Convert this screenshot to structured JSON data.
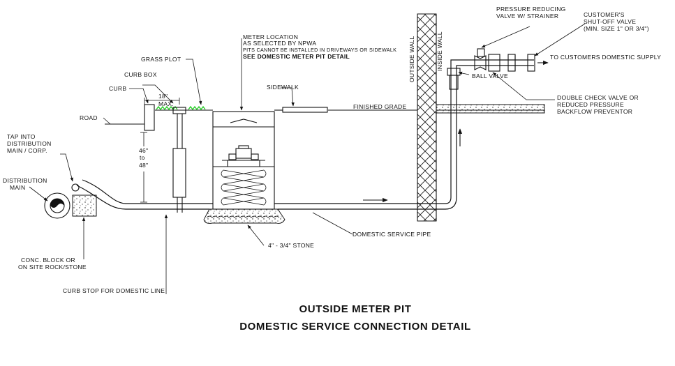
{
  "labels": {
    "pressure_reducing_1": "PRESSURE REDUCING",
    "pressure_reducing_2": "VALVE W/ STRAINER",
    "customers_shutoff_1": "CUSTOMER'S",
    "customers_shutoff_2": "SHUT-OFF VALVE",
    "customers_shutoff_3": "(MIN. SIZE 1\" OR 3/4\")",
    "to_customers_supply": "TO CUSTOMERS DOMESTIC SUPPLY",
    "ball_valve": "BALL VALVE",
    "double_check_1": "DOUBLE CHECK VALVE OR",
    "double_check_2": "REDUCED PRESSURE",
    "double_check_3": "BACKFLOW PREVENTOR",
    "outside_wall": "OUTSIDE WALL",
    "inside_wall": "INSIDE WALL",
    "meter_location_1": "METER LOCATION",
    "meter_location_2": "AS SELECTED BY NPWA",
    "meter_location_3": "PITS CANNOT BE INSTALLED IN DRIVEWAYS OR SIDEWALK",
    "meter_location_4": "SEE DOMESTIC METER PIT DETAIL",
    "grass_plot": "GRASS PLOT",
    "curb_box": "CURB BOX",
    "curb": "CURB",
    "dim_18": "18\"",
    "dim_max": "MAX.",
    "sidewalk": "SIDEWALK",
    "finished_grade": "FINISHED GRADE",
    "road": "ROAD",
    "tap_1": "TAP INTO",
    "tap_2": "DISTRIBUTION",
    "tap_3": "MAIN / CORP.",
    "depth_1": "46\"",
    "depth_2": "to",
    "depth_3": "48\"",
    "dist_main_1": "DISTRIBUTION",
    "dist_main_2": "MAIN",
    "conc_block_1": "CONC. BLOCK OR",
    "conc_block_2": "ON SITE ROCK/STONE",
    "curb_stop": "CURB STOP FOR DOMESTIC LINE",
    "stone": "4\" - 3/4\" STONE",
    "domestic_service_pipe": "DOMESTIC SERVICE PIPE"
  },
  "title": {
    "line1": "OUTSIDE METER PIT",
    "line2": "DOMESTIC  SERVICE  CONNECTION  DETAIL"
  },
  "colors": {
    "line": "#111111",
    "grass": "#22cc22"
  }
}
